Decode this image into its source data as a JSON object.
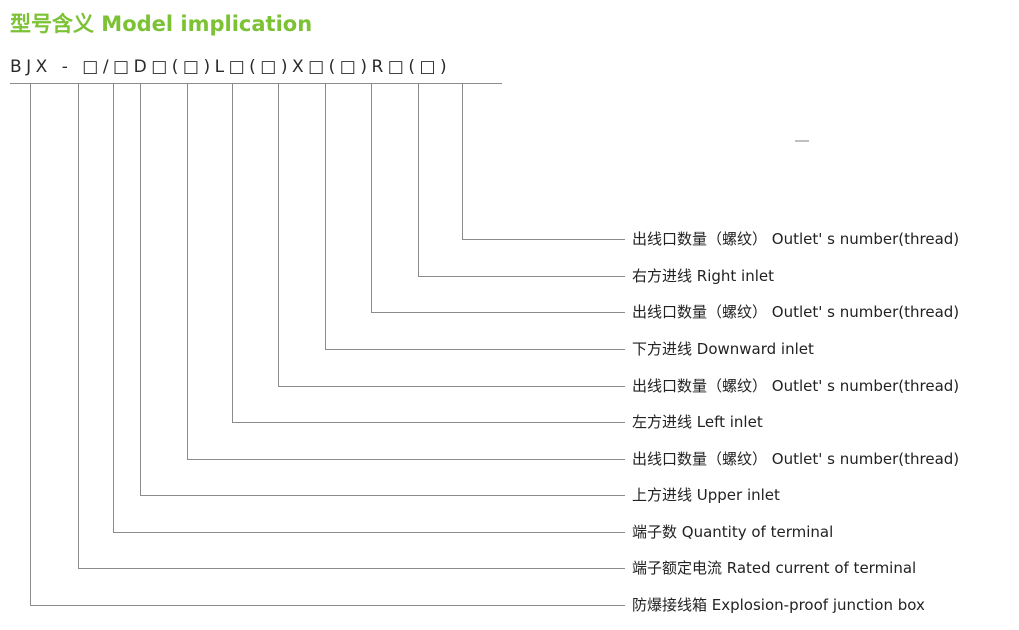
{
  "title": "型号含义 Model implication",
  "model_code": "BJX - □/□D□(□)L□(□)X□(□)R□(□)",
  "colors": {
    "title_green": "#7bc235",
    "text": "#2a2a2a",
    "line": "#8b8b8b"
  },
  "rows": [
    {
      "label": "出线口数量（螺纹） Outlet' s number(thread)"
    },
    {
      "label": "右方进线 Right inlet"
    },
    {
      "label": "出线口数量（螺纹） Outlet' s number(thread)"
    },
    {
      "label": "下方进线 Downward inlet"
    },
    {
      "label": "出线口数量（螺纹） Outlet' s number(thread)"
    },
    {
      "label": "左方进线 Left inlet"
    },
    {
      "label": "出线口数量（螺纹） Outlet' s number(thread)"
    },
    {
      "label": "上方进线 Upper inlet"
    },
    {
      "label": "端子数 Quantity of terminal"
    },
    {
      "label": "端子额定电流 Rated current of terminal"
    },
    {
      "label": "防爆接线箱 Explosion-proof junction box"
    }
  ]
}
